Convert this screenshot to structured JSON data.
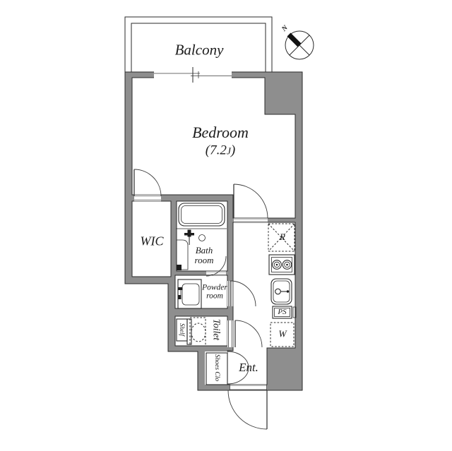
{
  "colors": {
    "wall_fill": "#8e8e8e",
    "outline": "#1a1a1a",
    "background": "#ffffff",
    "text": "#1c1c1c"
  },
  "compass": {
    "north_label": "N"
  },
  "balcony": {
    "label": "Balcony"
  },
  "bedroom": {
    "label": "Bedroom",
    "size_open": "(7.2",
    "size_unit": "J",
    "size_close": ")"
  },
  "wic": {
    "label": "WIC"
  },
  "bathroom": {
    "line1": "Bath",
    "line2": "room"
  },
  "powder_room": {
    "line1": "Powder",
    "line2": "room"
  },
  "toilet": {
    "label": "Toilet"
  },
  "shelf": {
    "label": "Shelf"
  },
  "shoes_closet": {
    "label": "Shoes Clo"
  },
  "entrance": {
    "label": "Ent."
  },
  "kitchen": {
    "refrigerator_label": "R",
    "pipe_space_label": "PS",
    "washer_label": "W"
  }
}
